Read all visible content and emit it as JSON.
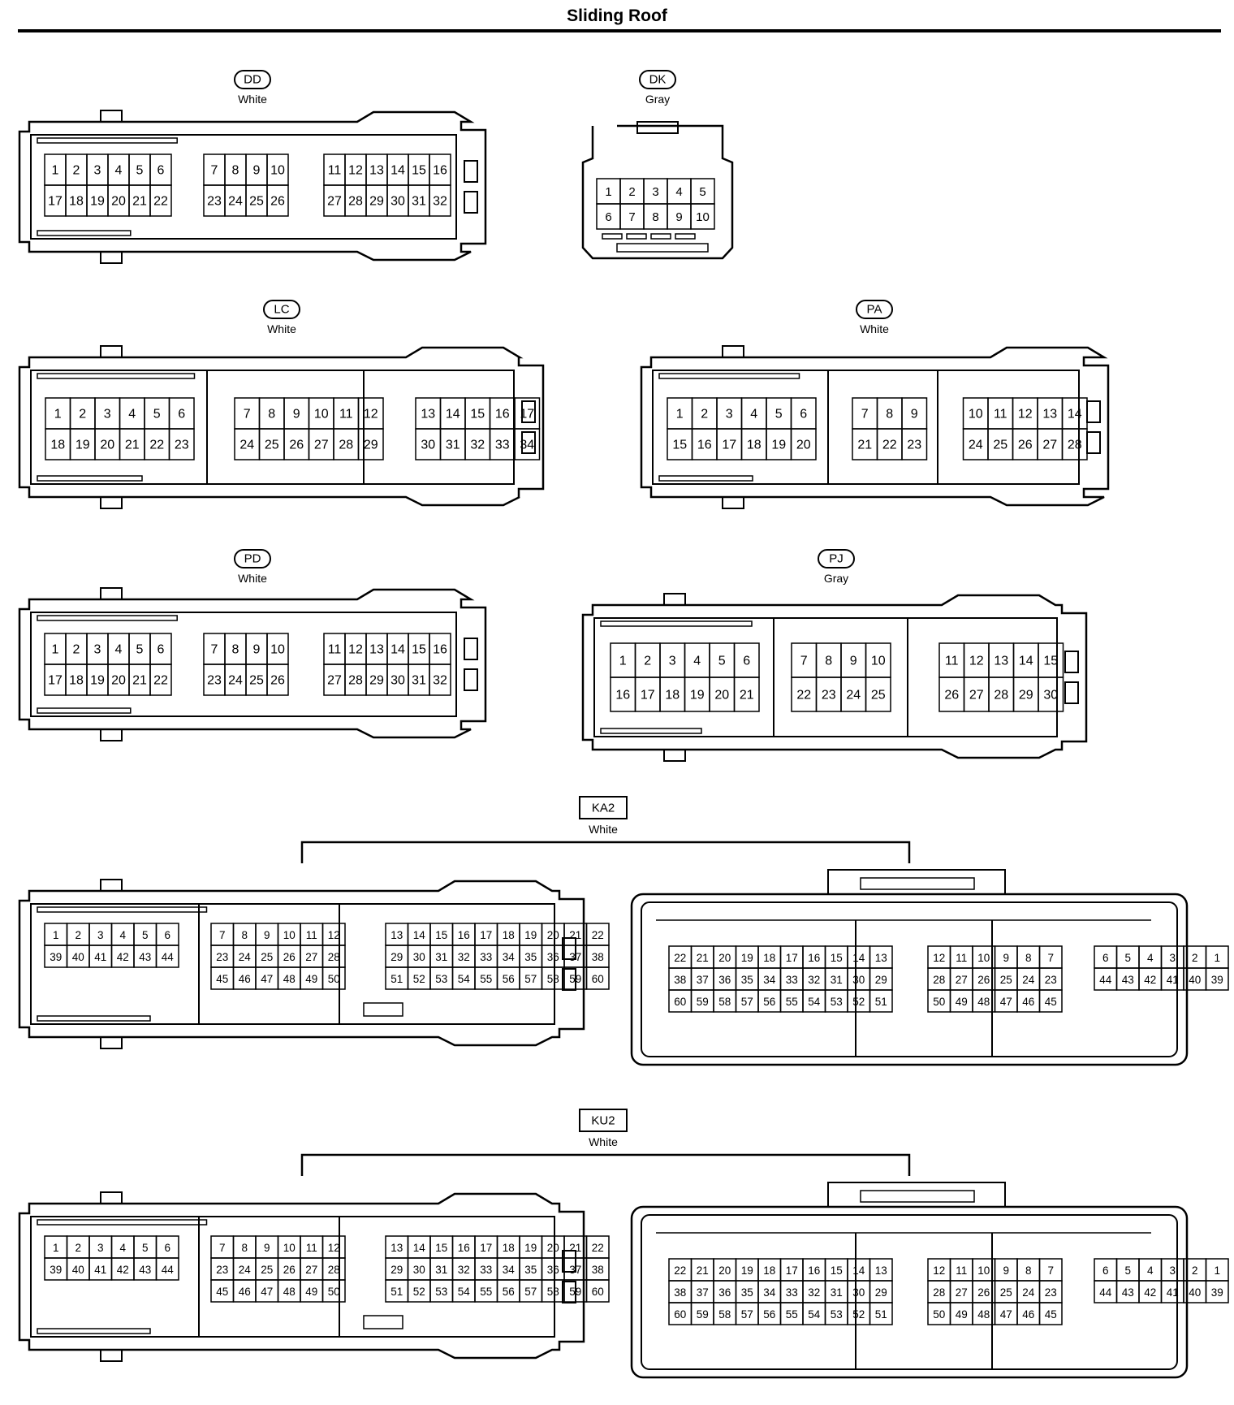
{
  "page": {
    "title": "Sliding Roof"
  },
  "connectors": [
    {
      "code": "DD",
      "color": "White",
      "rows": [
        [
          "1",
          "2",
          "3",
          "4",
          "5",
          "6",
          "",
          "7",
          "8",
          "9",
          "10",
          "",
          "11",
          "12",
          "13",
          "14",
          "15",
          "16"
        ],
        [
          "17",
          "18",
          "19",
          "20",
          "21",
          "22",
          "",
          "23",
          "24",
          "25",
          "26",
          "",
          "27",
          "28",
          "29",
          "30",
          "31",
          "32"
        ]
      ]
    },
    {
      "code": "DK",
      "color": "Gray",
      "rows": [
        [
          "1",
          "2",
          "3",
          "4",
          "5"
        ],
        [
          "6",
          "7",
          "8",
          "9",
          "10"
        ]
      ]
    },
    {
      "code": "LC",
      "color": "White",
      "rows": [
        [
          "1",
          "2",
          "3",
          "4",
          "5",
          "6",
          "",
          "7",
          "8",
          "9",
          "10",
          "11",
          "12",
          "",
          "13",
          "14",
          "15",
          "16",
          "17"
        ],
        [
          "18",
          "19",
          "20",
          "21",
          "22",
          "23",
          "",
          "24",
          "25",
          "26",
          "27",
          "28",
          "29",
          "",
          "30",
          "31",
          "32",
          "33",
          "34"
        ]
      ]
    },
    {
      "code": "PA",
      "color": "White",
      "rows": [
        [
          "1",
          "2",
          "3",
          "4",
          "5",
          "6",
          "",
          "7",
          "8",
          "9",
          "",
          "10",
          "11",
          "12",
          "13",
          "14"
        ],
        [
          "15",
          "16",
          "17",
          "18",
          "19",
          "20",
          "",
          "21",
          "22",
          "23",
          "",
          "24",
          "25",
          "26",
          "27",
          "28"
        ]
      ]
    },
    {
      "code": "PD",
      "color": "White",
      "rows": [
        [
          "1",
          "2",
          "3",
          "4",
          "5",
          "6",
          "",
          "7",
          "8",
          "9",
          "10",
          "",
          "11",
          "12",
          "13",
          "14",
          "15",
          "16"
        ],
        [
          "17",
          "18",
          "19",
          "20",
          "21",
          "22",
          "",
          "23",
          "24",
          "25",
          "26",
          "",
          "27",
          "28",
          "29",
          "30",
          "31",
          "32"
        ]
      ]
    },
    {
      "code": "PJ",
      "color": "Gray",
      "rows": [
        [
          "1",
          "2",
          "3",
          "4",
          "5",
          "6",
          "",
          "7",
          "8",
          "9",
          "10",
          "",
          "11",
          "12",
          "13",
          "14",
          "15"
        ],
        [
          "16",
          "17",
          "18",
          "19",
          "20",
          "21",
          "",
          "22",
          "23",
          "24",
          "25",
          "",
          "26",
          "27",
          "28",
          "29",
          "30"
        ]
      ]
    },
    {
      "code": "KA2",
      "color": "White",
      "male": [
        [
          "1",
          "2",
          "3",
          "4",
          "5",
          "6",
          "",
          "7",
          "8",
          "9",
          "10",
          "11",
          "12",
          "",
          "13",
          "14",
          "15",
          "16",
          "17",
          "18",
          "19",
          "20",
          "21",
          "22"
        ],
        [
          "39",
          "40",
          "41",
          "42",
          "43",
          "44",
          "",
          "23",
          "24",
          "25",
          "26",
          "27",
          "28",
          "",
          "29",
          "30",
          "31",
          "32",
          "33",
          "34",
          "35",
          "36",
          "37",
          "38"
        ],
        [
          "",
          "",
          "",
          "",
          "",
          "",
          "",
          "45",
          "46",
          "47",
          "48",
          "49",
          "50",
          "",
          "51",
          "52",
          "53",
          "54",
          "55",
          "56",
          "57",
          "58",
          "59",
          "60"
        ]
      ],
      "female": [
        [
          "22",
          "21",
          "20",
          "19",
          "18",
          "17",
          "16",
          "15",
          "14",
          "13",
          "",
          "12",
          "11",
          "10",
          "9",
          "8",
          "7",
          "",
          "6",
          "5",
          "4",
          "3",
          "2",
          "1"
        ],
        [
          "38",
          "37",
          "36",
          "35",
          "34",
          "33",
          "32",
          "31",
          "30",
          "29",
          "",
          "28",
          "27",
          "26",
          "25",
          "24",
          "23",
          "",
          "44",
          "43",
          "42",
          "41",
          "40",
          "39"
        ],
        [
          "60",
          "59",
          "58",
          "57",
          "56",
          "55",
          "54",
          "53",
          "52",
          "51",
          "",
          "50",
          "49",
          "48",
          "47",
          "46",
          "45",
          "",
          "",
          "",
          "",
          "",
          "",
          ""
        ]
      ]
    },
    {
      "code": "KU2",
      "color": "White",
      "male": [
        [
          "1",
          "2",
          "3",
          "4",
          "5",
          "6",
          "",
          "7",
          "8",
          "9",
          "10",
          "11",
          "12",
          "",
          "13",
          "14",
          "15",
          "16",
          "17",
          "18",
          "19",
          "20",
          "21",
          "22"
        ],
        [
          "39",
          "40",
          "41",
          "42",
          "43",
          "44",
          "",
          "23",
          "24",
          "25",
          "26",
          "27",
          "28",
          "",
          "29",
          "30",
          "31",
          "32",
          "33",
          "34",
          "35",
          "36",
          "37",
          "38"
        ],
        [
          "",
          "",
          "",
          "",
          "",
          "",
          "",
          "45",
          "46",
          "47",
          "48",
          "49",
          "50",
          "",
          "51",
          "52",
          "53",
          "54",
          "55",
          "56",
          "57",
          "58",
          "59",
          "60"
        ]
      ],
      "female": [
        [
          "22",
          "21",
          "20",
          "19",
          "18",
          "17",
          "16",
          "15",
          "14",
          "13",
          "",
          "12",
          "11",
          "10",
          "9",
          "8",
          "7",
          "",
          "6",
          "5",
          "4",
          "3",
          "2",
          "1"
        ],
        [
          "38",
          "37",
          "36",
          "35",
          "34",
          "33",
          "32",
          "31",
          "30",
          "29",
          "",
          "28",
          "27",
          "26",
          "25",
          "24",
          "23",
          "",
          "44",
          "43",
          "42",
          "41",
          "40",
          "39"
        ],
        [
          "60",
          "59",
          "58",
          "57",
          "56",
          "55",
          "54",
          "53",
          "52",
          "51",
          "",
          "50",
          "49",
          "48",
          "47",
          "46",
          "45",
          "",
          "",
          "",
          "",
          "",
          "",
          ""
        ]
      ]
    }
  ]
}
